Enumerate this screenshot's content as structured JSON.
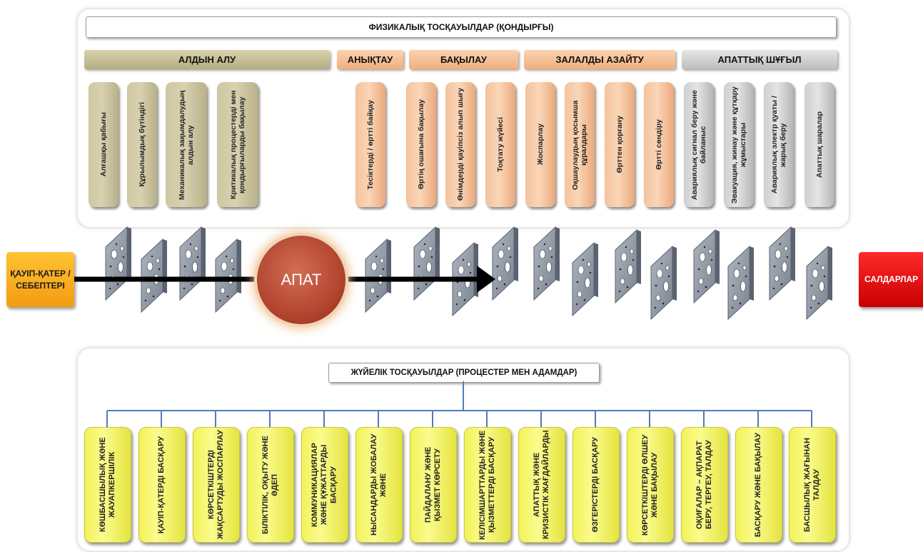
{
  "physical": {
    "title": "ФИЗИКАЛЫҚ ТОСҚАУЫЛДАР (ҚОНДЫРҒЫ)",
    "categories": [
      {
        "label": "АЛДЫН  АЛУ",
        "color": "#c9c197"
      },
      {
        "label": "АНЫҚТАУ",
        "color": "#f6c199"
      },
      {
        "label": "БАҚЫЛАУ",
        "color": "#f6c199"
      },
      {
        "label": "ЗАЛАЛДЫ АЗАЙТУ",
        "color": "#f6c199"
      },
      {
        "label": "АПАТТЫҚ ШҰҒЫЛ",
        "color": "#d3d3d3"
      }
    ],
    "boxes": [
      {
        "label": "Алғашқы қабығы"
      },
      {
        "label": "Құрылымдық бүтіндігі"
      },
      {
        "label": "Механикалық зақымдалудың алдын алу"
      },
      {
        "label": "Критикалық процестерді мен қондырғыларды бақылау"
      },
      {
        "label": "Тесіктерді / өртті байқау"
      },
      {
        "label": "Өртің ошағына бақылау"
      },
      {
        "label": "Өнімдерді қауіпсіз алып шығу"
      },
      {
        "label": "Тоқтату жүйесі"
      },
      {
        "label": "Жоспарлау"
      },
      {
        "label": "Оқшаулаудың қосымша құралдары"
      },
      {
        "label": "Өрттен қорғану"
      },
      {
        "label": "Өртті сөндіру"
      },
      {
        "label": "Авариялық сигнал беру және байланыс"
      },
      {
        "label": "Эвакуация, жинау және құтқару жұмыстары"
      },
      {
        "label": "Авариялық электр қуаты / жарық беру"
      },
      {
        "label": "Апаттық шаралар"
      }
    ]
  },
  "flow": {
    "hazard": "ҚАУІП-ҚАТЕР / СЕБЕПТЕРІ",
    "accident": "АПАТ",
    "consequences": "САЛДАРЛАР"
  },
  "system": {
    "title": "ЖҮЙЕЛІК ТОСҚАУЫЛДАР (ПРОЦЕСТЕР МЕН АДАМДАР)",
    "boxes": [
      {
        "label": "КӨШБАСШЫЛЫҚ ЖӘНЕ ЖАУАПКЕРШІЛІК"
      },
      {
        "label": "ҚАУІП-ҚАТЕРДІ БАСҚАРУ"
      },
      {
        "label": "КӨРСЕТКІШТЕРДІ ЖАҚСАРТУДЫ ЖОСПАРЛАУ"
      },
      {
        "label": "БІЛІКТІЛІК, ОҚЫТУ ЖӘНЕ ӘДЕП"
      },
      {
        "label": "КОММУНИКАЦИЯЛАР ЖӘНЕ ҚҰЖАТТАРДЫ БАСҚАРУ"
      },
      {
        "label": "НЫСАНДАРДЫ ЖОБАЛАУ ЖӘНЕ"
      },
      {
        "label": "ПАЙДАЛАНУ ЖӘНЕ ҚЫЗМЕТ КӨРСЕТУ"
      },
      {
        "label": "КЕЛІСІМШАРТТАРДЫ ЖӘНЕ ҚЫЗМЕТТЕРДІ БАСҚАРУ"
      },
      {
        "label": "АПАТТЫҚ ЖӘНЕ КРИЗИСТІК ЖАҒДАЙЛАРДЫ"
      },
      {
        "label": "ӨЗГЕРІСТЕРДІ БАСҚАРУ"
      },
      {
        "label": "КӨРСЕТКІШТЕРДІ ӨЛШЕУ ЖӘНЕ БАҚЫЛАУ"
      },
      {
        "label": "ОҚИҒАЛАР – АҚПАРАТ БЕРУ, ТЕРГЕУ, ТАЛДАУ"
      },
      {
        "label": "БАСҚАРУ ЖӘНЕ БАҚЫЛАУ"
      },
      {
        "label": "БАСШЫЛЫҚ ЖАҒЫНАН ТАЛДАУ"
      }
    ]
  }
}
